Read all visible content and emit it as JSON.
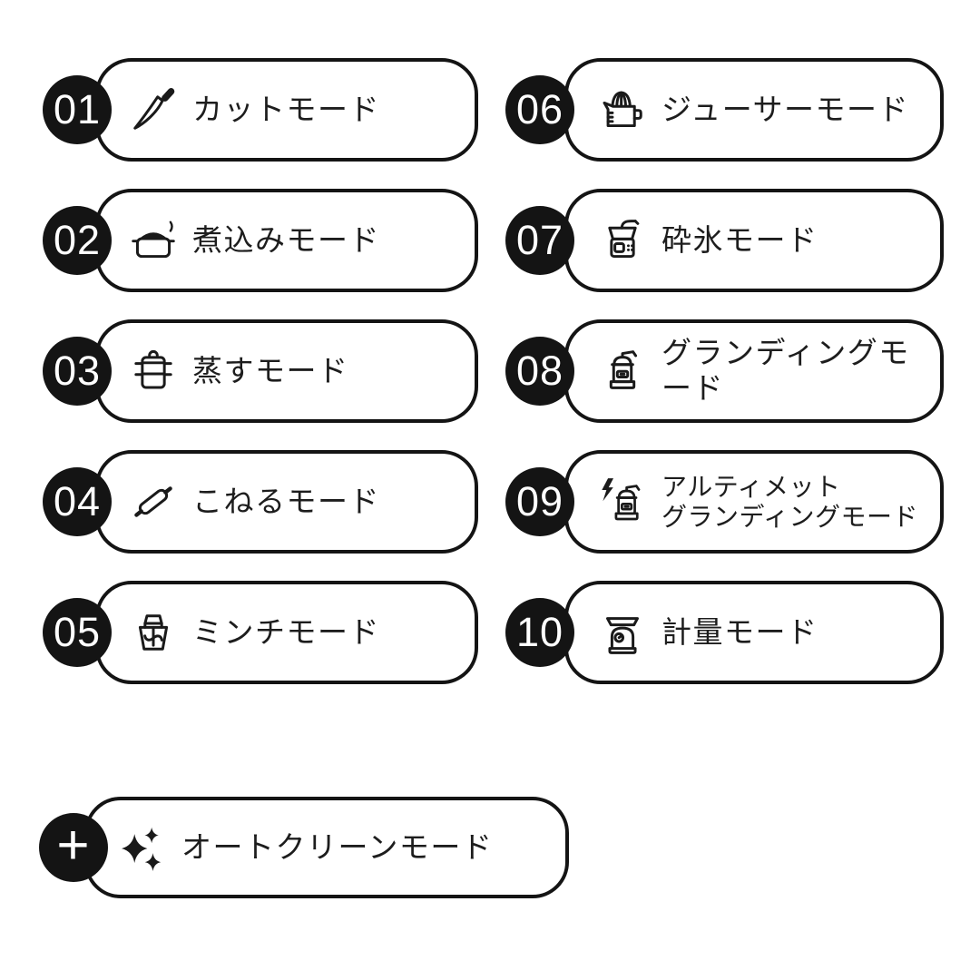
{
  "page": {
    "background": "#ffffff",
    "ink": "#141414",
    "badge_text_color": "#ffffff"
  },
  "modes": [
    {
      "number": "01",
      "label": "カットモード",
      "icon": "knife-icon"
    },
    {
      "number": "02",
      "label": "煮込みモード",
      "icon": "pot-icon"
    },
    {
      "number": "03",
      "label": "蒸すモード",
      "icon": "steamer-icon"
    },
    {
      "number": "04",
      "label": "こねるモード",
      "icon": "rolling-pin-icon"
    },
    {
      "number": "05",
      "label": "ミンチモード",
      "icon": "chopper-icon"
    },
    {
      "number": "06",
      "label": "ジューサーモード",
      "icon": "juicer-icon"
    },
    {
      "number": "07",
      "label": "砕氷モード",
      "icon": "ice-crusher-icon"
    },
    {
      "number": "08",
      "label": "グランディングモード",
      "icon": "coffee-mill-icon"
    },
    {
      "number": "09",
      "label": "アルティメット\nグランディングモード",
      "icon": "powered-mill-icon"
    },
    {
      "number": "10",
      "label": "計量モード",
      "icon": "scale-icon"
    },
    {
      "number": "+",
      "label": "オートクリーンモード",
      "icon": "sparkles-icon"
    }
  ]
}
